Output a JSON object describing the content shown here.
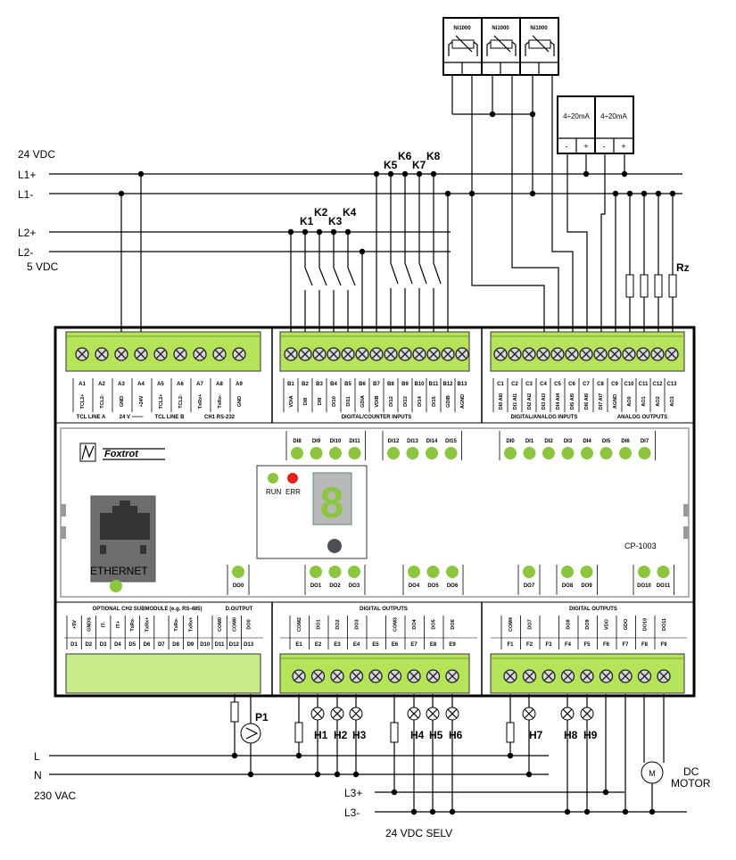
{
  "colors": {
    "terminal_green": "#b5e35a",
    "led_green": "#8cc63f",
    "led_red": "#e2231a",
    "panel_grey": "#888888"
  },
  "rails_top": {
    "supply_24": "24 VDC",
    "l1p": "L1+",
    "l1m": "L1-",
    "l2p": "L2+",
    "l2m": "L2-",
    "supply_5": "5 VDC"
  },
  "rails_bottom": {
    "l": "L",
    "n": "N",
    "vac": "230 VAC",
    "l3p": "L3+",
    "l3m": "L3-",
    "selv": "24 VDC SELV"
  },
  "relays": [
    "K1",
    "K2",
    "K3",
    "K4",
    "K5",
    "K6",
    "K7",
    "K8"
  ],
  "sensors": [
    "Ni1000",
    "Ni1000",
    "Ni1000"
  ],
  "current_sources": [
    "4÷20mA",
    "4÷20mA"
  ],
  "current_pins": [
    "-",
    "+",
    "-",
    "+"
  ],
  "resistor_label": "Rz",
  "pump_label": "P1",
  "lamps": [
    "H1",
    "H2",
    "H3",
    "H4",
    "H5",
    "H6",
    "H7",
    "H8",
    "H9"
  ],
  "motor": {
    "symbol": "M",
    "label1": "DC",
    "label2": "MOTOR"
  },
  "top_terminals": {
    "A": {
      "ids": [
        "A1",
        "A2",
        "A3",
        "A4",
        "A5",
        "A6",
        "A7",
        "A8",
        "A9"
      ],
      "signals": [
        "TCL2+",
        "TCL2-",
        "GND",
        "+24V",
        "TCL2+",
        "TCL2-",
        "TxRx+",
        "TxRx-",
        "GND"
      ],
      "groups": [
        "TCL LINE A",
        "24 V ═══",
        "TCL LINE B",
        "CH1 RS-232"
      ]
    },
    "B": {
      "ids": [
        "B1",
        "B2",
        "B3",
        "B4",
        "B5",
        "B6",
        "B7",
        "B8",
        "B9",
        "B10",
        "B11",
        "B12",
        "B13"
      ],
      "signals": [
        "VDIA",
        "DI8",
        "DI9",
        "DI10",
        "DI11",
        "GDIA",
        "VDIB",
        "DI12",
        "DI13",
        "DI14",
        "DI15",
        "GDIB",
        "AGND"
      ],
      "groups": [
        "DIGITAL/COUNTER INPUTS"
      ]
    },
    "C": {
      "ids": [
        "C1",
        "C2",
        "C3",
        "C4",
        "C5",
        "C6",
        "C7",
        "C8",
        "C9",
        "C10",
        "C11",
        "C12",
        "C13"
      ],
      "signals": [
        "DI0 AI0",
        "DI1 AI1",
        "DI2 AI2",
        "DI3 AI3",
        "DI4 AI4",
        "DI5 AI5",
        "DI6 AI6",
        "DI7 AI7",
        "AGND",
        "AO0",
        "AO1",
        "AO2",
        "AO3"
      ],
      "groups": [
        "DIGITAL/ANALOG INPUTS",
        "ANALOG OUTPUTS"
      ]
    }
  },
  "bottom_terminals": {
    "D": {
      "ids": [
        "D1",
        "D2",
        "D3",
        "D4",
        "D5",
        "D6",
        "D7",
        "D8",
        "D9",
        "D10",
        "D11",
        "D12",
        "D13"
      ],
      "signals": [
        "+5V",
        "GNDS",
        "IT-",
        "IT+",
        "TxRx-",
        "TxRx+",
        "",
        "TxRx-",
        "TxRx+",
        "",
        "COM0",
        "COM0",
        "DO0"
      ],
      "groups": [
        "OPTIONAL CH2 SUBMODULE (e.g. RS-485)",
        "D.OUTPUT"
      ]
    },
    "E": {
      "ids": [
        "E1",
        "E2",
        "E3",
        "E4",
        "E5",
        "E6",
        "E7",
        "E8",
        "E9"
      ],
      "signals": [
        "COM2",
        "DO1",
        "DO2",
        "DO3",
        "",
        "COM3",
        "DO4",
        "DO5",
        "DO6"
      ],
      "groups": [
        "DIGITAL OUTPUTS"
      ]
    },
    "F": {
      "ids": [
        "F1",
        "F2",
        "F3",
        "F4",
        "F5",
        "F6",
        "F7",
        "F8",
        "F9"
      ],
      "signals": [
        "COM4",
        "DO7",
        "",
        "DO8",
        "DO9",
        "VDO",
        "GDO",
        "DO10",
        "DO11"
      ],
      "groups": [
        "DIGITAL OUTPUTS"
      ]
    }
  },
  "panel": {
    "brand": "Foxtrot",
    "model": "CP-1003",
    "ethernet": "ETHERNET",
    "run": "RUN",
    "err": "ERR",
    "display": "8",
    "leds_top": [
      [
        "DI8",
        "DI9",
        "DI10",
        "DI11"
      ],
      [
        "DI12",
        "DI13",
        "DI14",
        "DI15"
      ],
      [
        "DI0",
        "DI1",
        "DI2",
        "DI3",
        "DI4",
        "DI5",
        "DI6",
        "DI7"
      ]
    ],
    "leds_bottom": [
      [
        "DO0"
      ],
      [
        "DO1",
        "DO2",
        "DO3"
      ],
      [
        "DO4",
        "DO5",
        "DO6"
      ],
      [
        "DO7"
      ],
      [
        "DO8",
        "DO9"
      ],
      [
        "DO10",
        "DO11"
      ]
    ]
  }
}
